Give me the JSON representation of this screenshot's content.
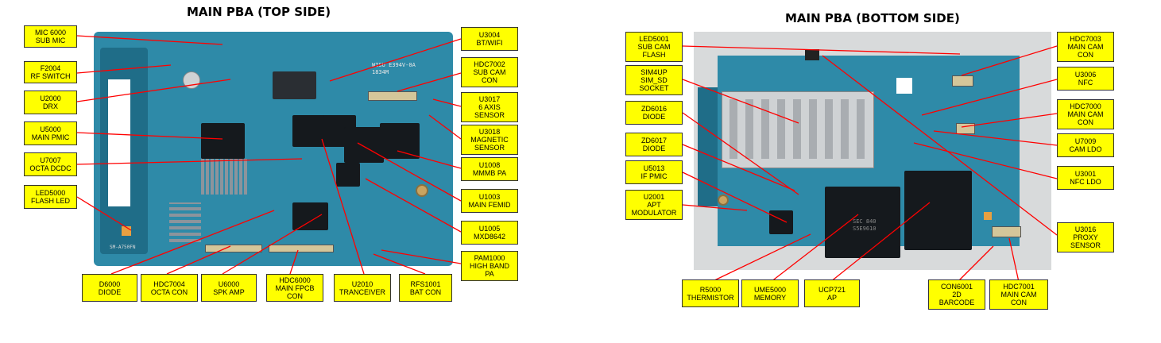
{
  "top_title": "MAIN PBA (TOP SIDE)",
  "bottom_title": "MAIN PBA (BOTTOM SIDE)",
  "colors": {
    "label_bg": "#ffff00",
    "leader": "#ff0000",
    "pcb": "#2e8aa8",
    "pcb_dark": "#1f6d88"
  },
  "top_labels": {
    "mic6000": "MIC 6000\nSUB MIC",
    "f2004": "F2004\nRF SWITCH",
    "u2000": "U2000\nDRX",
    "u5000": "U5000\nMAIN PMIC",
    "u7007": "U7007\nOCTA DCDC",
    "led5000": "LED5000\nFLASH LED",
    "u3004": "U3004\nBT/WIFI",
    "hdc7002": "HDC7002\nSUB CAM\nCON",
    "u3017": "U3017\n6 AXIS\nSENSOR",
    "u3018": "U3018\nMAGNETIC\nSENSOR",
    "u1008": "U1008\nMMMB PA",
    "u1003": "U1003\nMAIN FEMID",
    "u1005": "U1005\nMXD8642",
    "pam1000": "PAM1000\nHIGH BAND\nPA",
    "d6000": "D6000\nDIODE",
    "hdc7004": "HDC7004\nOCTA CON",
    "u6000": "U6000\nSPK AMP",
    "hdc6000": "HDC6000\nMAIN FPCB\nCON",
    "u2010": "U2010\nTRANCEIVER",
    "rfs1001": "RFS1001\nBAT CON"
  },
  "bottom_labels": {
    "led5001": "LED5001\nSUB CAM\nFLASH",
    "sim4up": "SIM4UP\nSIM_SD\nSOCKET",
    "zd6016": "ZD6016\nDIODE",
    "zd6017": "ZD6017\nDIODE",
    "u5013": "U5013\nIF PMIC",
    "u2001": "U2001\nAPT\nMODULATOR",
    "hdc7003": "HDC7003\nMAIN CAM\nCON",
    "u3006": "U3006\nNFC",
    "hdc7000": "HDC7000\nMAIN CAM\nCON",
    "u7009": "U7009\nCAM LDO",
    "u3001": "U3001\nNFC LDO",
    "u3016": "U3016\nPROXY\nSENSOR",
    "r5000": "R5000\nTHERMISTOR",
    "ume5000": "UME5000\nMEMORY",
    "ucp721": "UCP721\nAP",
    "con6001": "CON6001\n2D\nBARCODE",
    "hdc7001": "HDC7001\nMAIN CAM\nCON"
  },
  "board_markings": {
    "top_chip": "WISU E394V-0A\n1834M",
    "top_corner": "SM-A750FN",
    "bottom_ap": "SEC 840\nS5E9610"
  }
}
